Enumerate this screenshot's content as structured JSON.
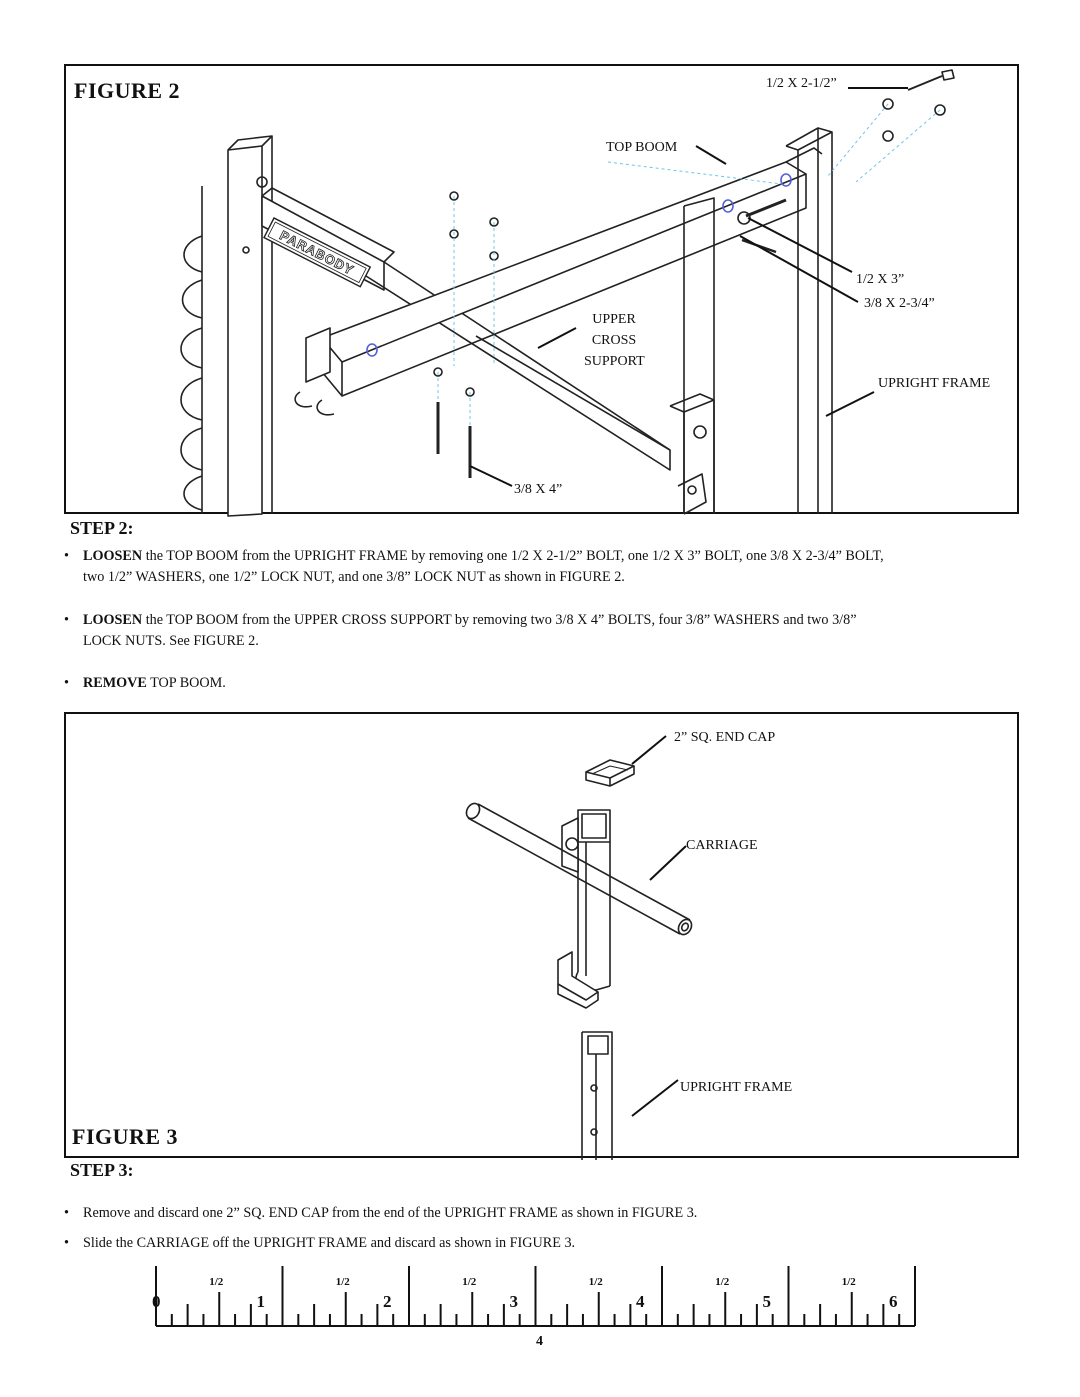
{
  "figure2": {
    "title": "FIGURE  2",
    "labels": {
      "bolt_half_2half": "1/2 X 2-1/2”",
      "top_boom": "TOP BOOM",
      "bolt_half_3": "1/2 X 3”",
      "bolt_38_234": "3/8 X 2-3/4”",
      "upper_cross_1": "UPPER",
      "upper_cross_2": "CROSS",
      "upper_cross_3": "SUPPORT",
      "upright_frame": "UPRIGHT FRAME",
      "bolt_38_4": "3/8 X 4”",
      "logo": "PARABODY"
    }
  },
  "step2": {
    "heading": "STEP 2:",
    "bullets": [
      {
        "lead": "LOOSEN",
        "text": " the TOP BOOM from the UPRIGHT FRAME by removing one 1/2 X 2-1/2” BOLT, one 1/2 X 3” BOLT, one 3/8 X 2-3/4” BOLT,",
        "text2": "two 1/2” WASHERS, one 1/2” LOCK NUT, and one 3/8” LOCK NUT as shown in FIGURE 2."
      },
      {
        "lead": "LOOSEN",
        "text": " the TOP BOOM from the UPPER CROSS SUPPORT by removing two 3/8 X 4” BOLTS, four 3/8” WASHERS  and two 3/8”",
        "text2": "LOCK NUTS. See FIGURE 2."
      },
      {
        "lead": "REMOVE",
        "text": " TOP BOOM."
      }
    ]
  },
  "figure3": {
    "title": "FIGURE 3",
    "labels": {
      "end_cap": "2” SQ. END CAP",
      "carriage": "CARRIAGE",
      "upright_frame": "UPRIGHT FRAME"
    }
  },
  "step3": {
    "heading": "STEP 3:",
    "bullets": [
      "Remove and discard one 2” SQ. END CAP from the end of the UPRIGHT FRAME as shown in FIGURE 3.",
      "Slide the CARRIAGE off the UPRIGHT FRAME and discard  as shown in FIGURE 3."
    ]
  },
  "ruler": {
    "half_label": "1/2",
    "numbers": [
      "0",
      "1",
      "2",
      "3",
      "4",
      "5",
      "6"
    ]
  },
  "page_number": "4"
}
